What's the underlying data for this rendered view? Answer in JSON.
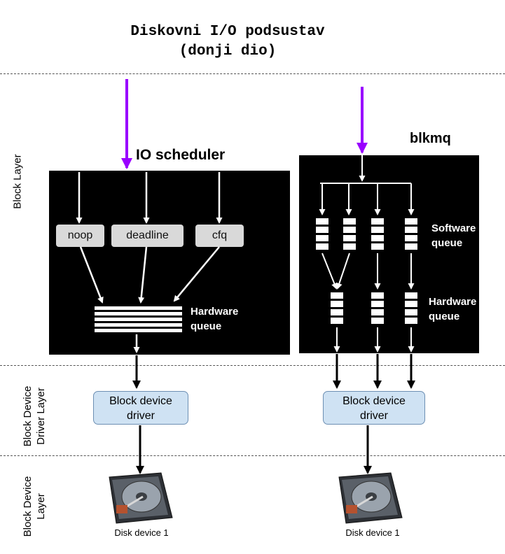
{
  "title": {
    "line1": "Diskovni I/O podsustav",
    "line2": "(donji dio)"
  },
  "layers": {
    "block_layer": "Block Layer",
    "driver_layer_line1": "Block Device",
    "driver_layer_line2": "Driver Layer",
    "device_layer_line1": "Block Device",
    "device_layer_line2": "Layer"
  },
  "left": {
    "title": "IO scheduler",
    "schedulers": [
      "noop",
      "deadline",
      "cfq"
    ],
    "hw_queue_line1": "Hardware",
    "hw_queue_line2": "queue",
    "driver_line1": "Block device",
    "driver_line2": "driver",
    "disk_label": "Disk device 1"
  },
  "right": {
    "title": "blkmq",
    "sw_queue_line1": "Software",
    "sw_queue_line2": "queue",
    "hw_queue_line1": "Hardware",
    "hw_queue_line2": "queue",
    "driver_line1": "Block device",
    "driver_line2": "driver",
    "disk_label": "Disk device 1"
  },
  "colors": {
    "arrow_accent": "#9900ff",
    "driver_fill": "#cfe2f3",
    "panel": "#000000"
  }
}
